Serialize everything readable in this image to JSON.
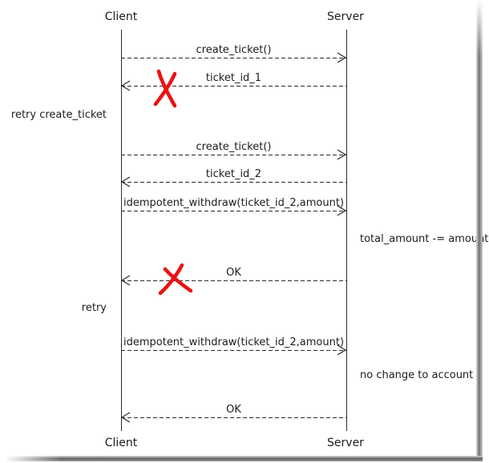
{
  "diagram": {
    "type": "sequence-diagram",
    "topic": "idempotent withdraw with retry tickets",
    "actors": {
      "left": "Client",
      "right": "Server"
    },
    "messages": [
      {
        "label": "create_ticket()",
        "from": "Client",
        "to": "Server",
        "direction": "right",
        "failed": false
      },
      {
        "label": "ticket_id_1",
        "from": "Server",
        "to": "Client",
        "direction": "left",
        "failed": true
      },
      {
        "label": "create_ticket()",
        "from": "Client",
        "to": "Server",
        "direction": "right",
        "failed": false
      },
      {
        "label": "ticket_id_2",
        "from": "Server",
        "to": "Client",
        "direction": "left",
        "failed": false
      },
      {
        "label": "idempotent_withdraw(ticket_id_2,amount)",
        "from": "Client",
        "to": "Server",
        "direction": "right",
        "failed": false
      },
      {
        "label": "OK",
        "from": "Server",
        "to": "Client",
        "direction": "left",
        "failed": true
      },
      {
        "label": "idempotent_withdraw(ticket_id_2,amount)",
        "from": "Client",
        "to": "Server",
        "direction": "right",
        "failed": false
      },
      {
        "label": "OK",
        "from": "Server",
        "to": "Client",
        "direction": "left",
        "failed": false
      }
    ],
    "side_notes": [
      {
        "text": "retry create_ticket",
        "side": "left"
      },
      {
        "text": "total_amount -= amount",
        "side": "right"
      },
      {
        "text": "retry",
        "side": "left"
      },
      {
        "text": "no change to account",
        "side": "right"
      }
    ],
    "icons": [
      {
        "name": "failure-x-icon",
        "meaning": "message lost / failed delivery",
        "count": 2
      }
    ],
    "colors": {
      "line": "#2b2b2b",
      "text": "#1c1c1c",
      "failure_x": "#e81313",
      "background": "#ffffff"
    }
  }
}
